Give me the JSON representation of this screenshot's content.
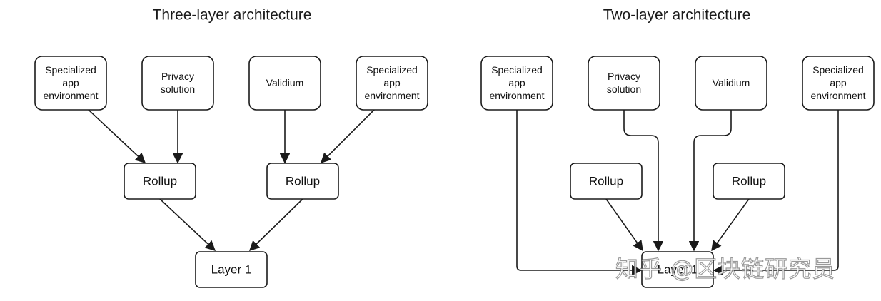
{
  "left_panel": {
    "title": "Three-layer architecture",
    "nodes": {
      "specialized_app_1": [
        "Specialized",
        "app",
        "environment"
      ],
      "privacy": [
        "Privacy",
        "solution"
      ],
      "validium": [
        "Validium"
      ],
      "specialized_app_2": [
        "Specialized",
        "app",
        "environment"
      ],
      "rollup_1": [
        "Rollup"
      ],
      "rollup_2": [
        "Rollup"
      ],
      "layer1": [
        "Layer 1"
      ]
    }
  },
  "right_panel": {
    "title": "Two-layer architecture",
    "nodes": {
      "specialized_app_1": [
        "Specialized",
        "app",
        "environment"
      ],
      "privacy": [
        "Privacy",
        "solution"
      ],
      "validium": [
        "Validium"
      ],
      "specialized_app_2": [
        "Specialized",
        "app",
        "environment"
      ],
      "rollup_1": [
        "Rollup"
      ],
      "rollup_2": [
        "Rollup"
      ],
      "layer1": [
        "Layer 1"
      ]
    }
  },
  "watermark": "知乎 @区块链研究员",
  "colors": {
    "stroke": "#1a1a1a",
    "text": "#111111",
    "background": "#ffffff"
  }
}
